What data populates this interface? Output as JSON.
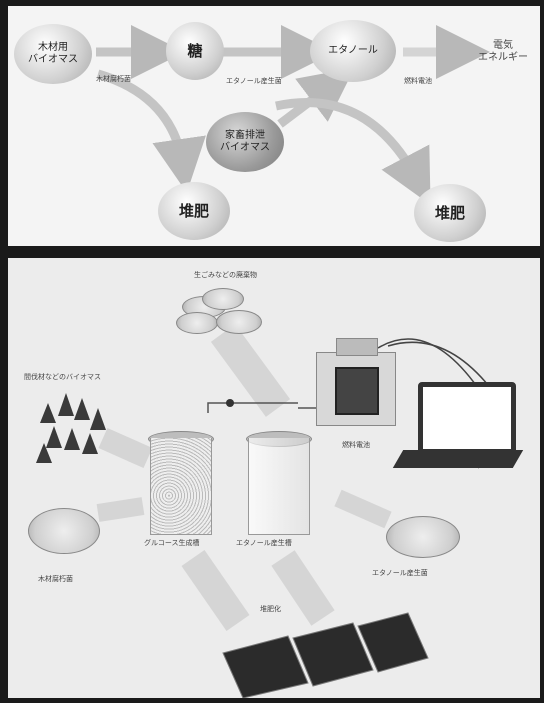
{
  "top": {
    "wood_biomass": "木材用\nバイオマス",
    "sugar": "糖",
    "ethanol": "エタノール",
    "electric_energy": "電気\nエネルギー",
    "wood_decomposer": "木材腐朽菌",
    "ethanol_producer": "エタノール産生菌",
    "fuel_cell": "燃料電池",
    "livestock_biomass": "家畜排泄\nバイオマス",
    "compost_left": "堆肥",
    "compost_right": "堆肥"
  },
  "bottom": {
    "kitchen_waste": "生ごみなどの廃棄物",
    "wood_biomass": "間伐材などのバイオマス",
    "fuel_cell": "燃料電池",
    "wood_decomposer": "木材腐朽菌",
    "glucose_tank": "グルコース生成槽",
    "ethanol_tank": "エタノール産生槽",
    "ethanol_producer": "エタノール産生菌",
    "field": "堆肥化"
  }
}
